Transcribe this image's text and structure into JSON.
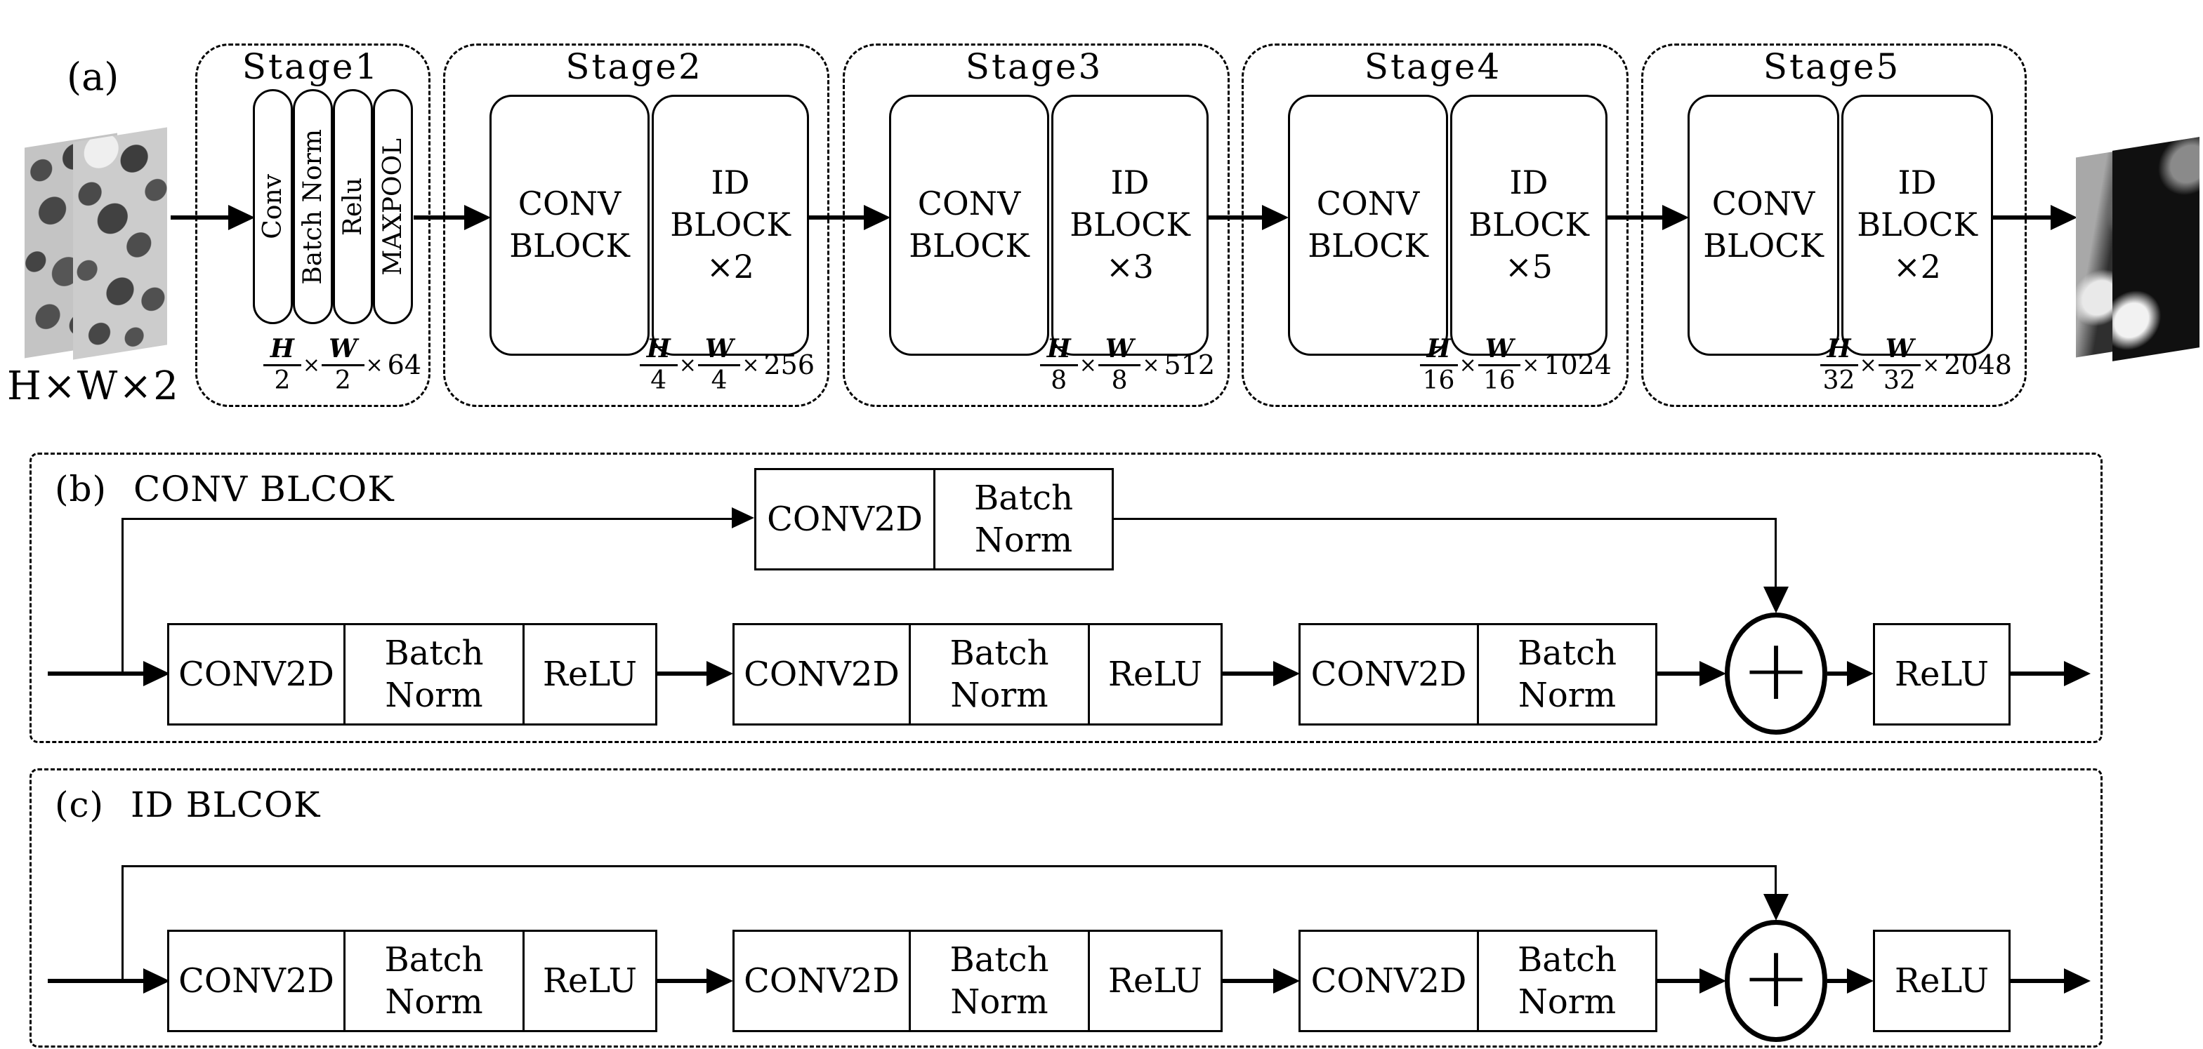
{
  "symbols": {
    "times": "×"
  },
  "panel_a": {
    "label": "(a)",
    "input_label": "H×W×2",
    "stages": [
      {
        "title": "Stage1",
        "layers": [
          "Conv",
          "Batch Norm",
          "Relu",
          "MAXPOOL"
        ],
        "formula": {
          "num1": "H",
          "den1": "2",
          "num2": "W",
          "den2": "2",
          "channels": "64"
        }
      },
      {
        "title": "Stage2",
        "conv_label": "CONV BLOCK",
        "id_label": "ID BLOCK",
        "id_mult": "×2",
        "formula": {
          "num1": "H",
          "den1": "4",
          "num2": "W",
          "den2": "4",
          "channels": "256"
        }
      },
      {
        "title": "Stage3",
        "conv_label": "CONV BLOCK",
        "id_label": "ID BLOCK",
        "id_mult": "×3",
        "formula": {
          "num1": "H",
          "den1": "8",
          "num2": "W",
          "den2": "8",
          "channels": "512"
        }
      },
      {
        "title": "Stage4",
        "conv_label": "CONV BLOCK",
        "id_label": "ID BLOCK",
        "id_mult": "×5",
        "formula": {
          "num1": "H",
          "den1": "16",
          "num2": "W",
          "den2": "16",
          "channels": "1024"
        }
      },
      {
        "title": "Stage5",
        "conv_label": "CONV BLOCK",
        "id_label": "ID BLOCK",
        "id_mult": "×2",
        "formula": {
          "num1": "H",
          "den1": "32",
          "num2": "W",
          "den2": "32",
          "channels": "2048"
        }
      }
    ]
  },
  "panel_b": {
    "label_prefix": "(b)",
    "label_title": "CONV BLCOK",
    "shortcut_cells": [
      "CONV2D",
      "Batch Norm"
    ],
    "group1": [
      "CONV2D",
      "Batch Norm",
      "ReLU"
    ],
    "group2": [
      "CONV2D",
      "Batch Norm",
      "ReLU"
    ],
    "group3": [
      "CONV2D",
      "Batch Norm"
    ],
    "sum_symbol": "+",
    "relu_label": "ReLU"
  },
  "panel_c": {
    "label_prefix": "(c)",
    "label_title": "ID BLCOK",
    "group1": [
      "CONV2D",
      "Batch Norm",
      "ReLU"
    ],
    "group2": [
      "CONV2D",
      "Batch Norm",
      "ReLU"
    ],
    "group3": [
      "CONV2D",
      "Batch Norm"
    ],
    "sum_symbol": "+",
    "relu_label": "ReLU"
  }
}
